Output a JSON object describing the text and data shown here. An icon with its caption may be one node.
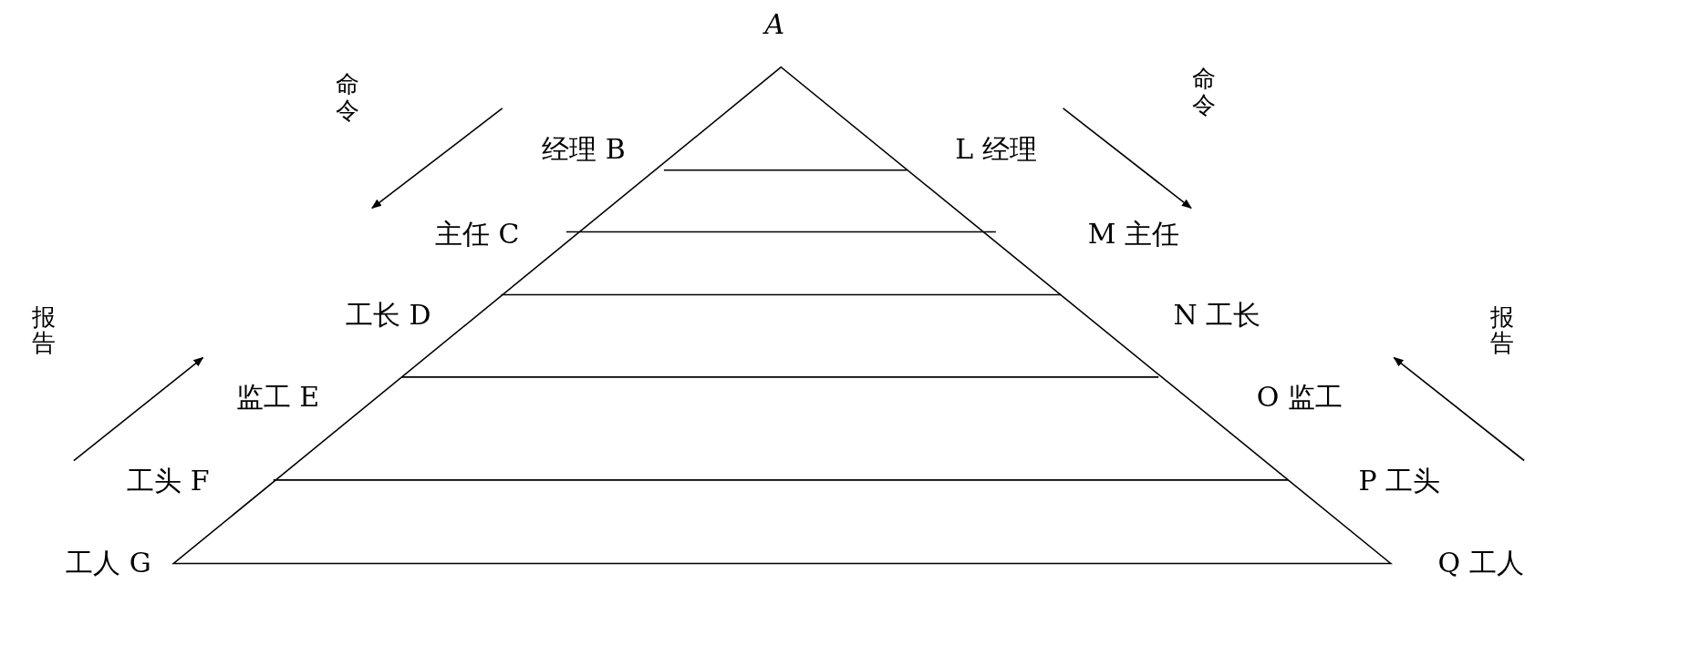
{
  "diagram": {
    "labels": [
      "A",
      "命令",
      "命令",
      "经理 B",
      "L 经理",
      "主任 C",
      "M 主任",
      "工长 D",
      "N 工长",
      "报告",
      "报告",
      "监工 E",
      "O 监工",
      "工头 F",
      "P 工头",
      "工人 G",
      "Q 工人"
    ]
  }
}
